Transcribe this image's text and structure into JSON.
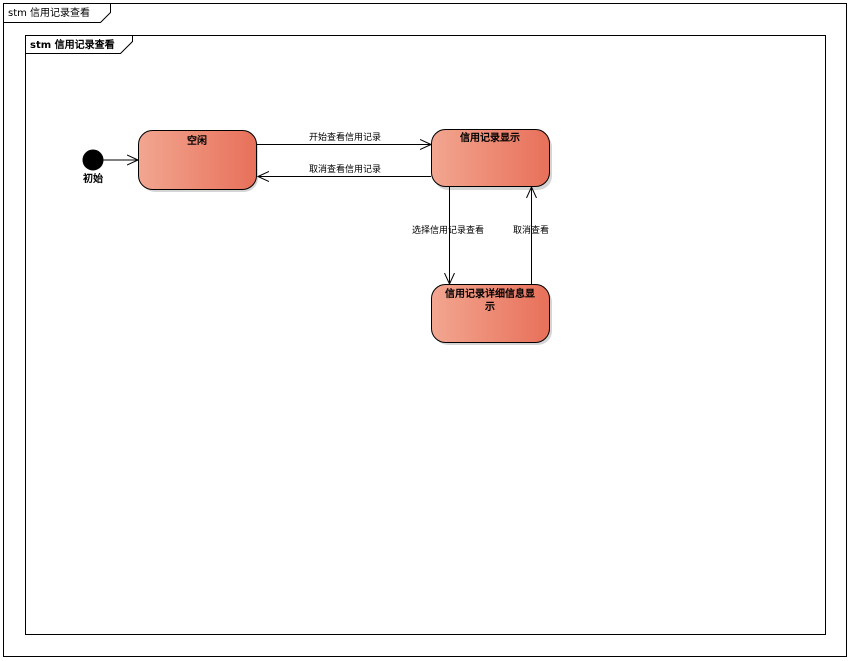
{
  "outer_frame": {
    "title": "stm 信用记录查看"
  },
  "inner_frame": {
    "title": "stm 信用记录查看"
  },
  "initial_node": {
    "label": "初始"
  },
  "states": {
    "idle": {
      "label": "空闲"
    },
    "display": {
      "label": "信用记录显示"
    },
    "detail_line1": "信用记录详细信息显",
    "detail_line2": "示"
  },
  "transitions": {
    "start_view": "开始查看信用记录",
    "cancel_view_record": "取消查看信用记录",
    "select_view": "选择信用记录查看",
    "cancel_view": "取消查看"
  },
  "colors": {
    "state_fill_start": "#f0a08a",
    "state_fill_end": "#e87258",
    "stroke": "#000000"
  }
}
